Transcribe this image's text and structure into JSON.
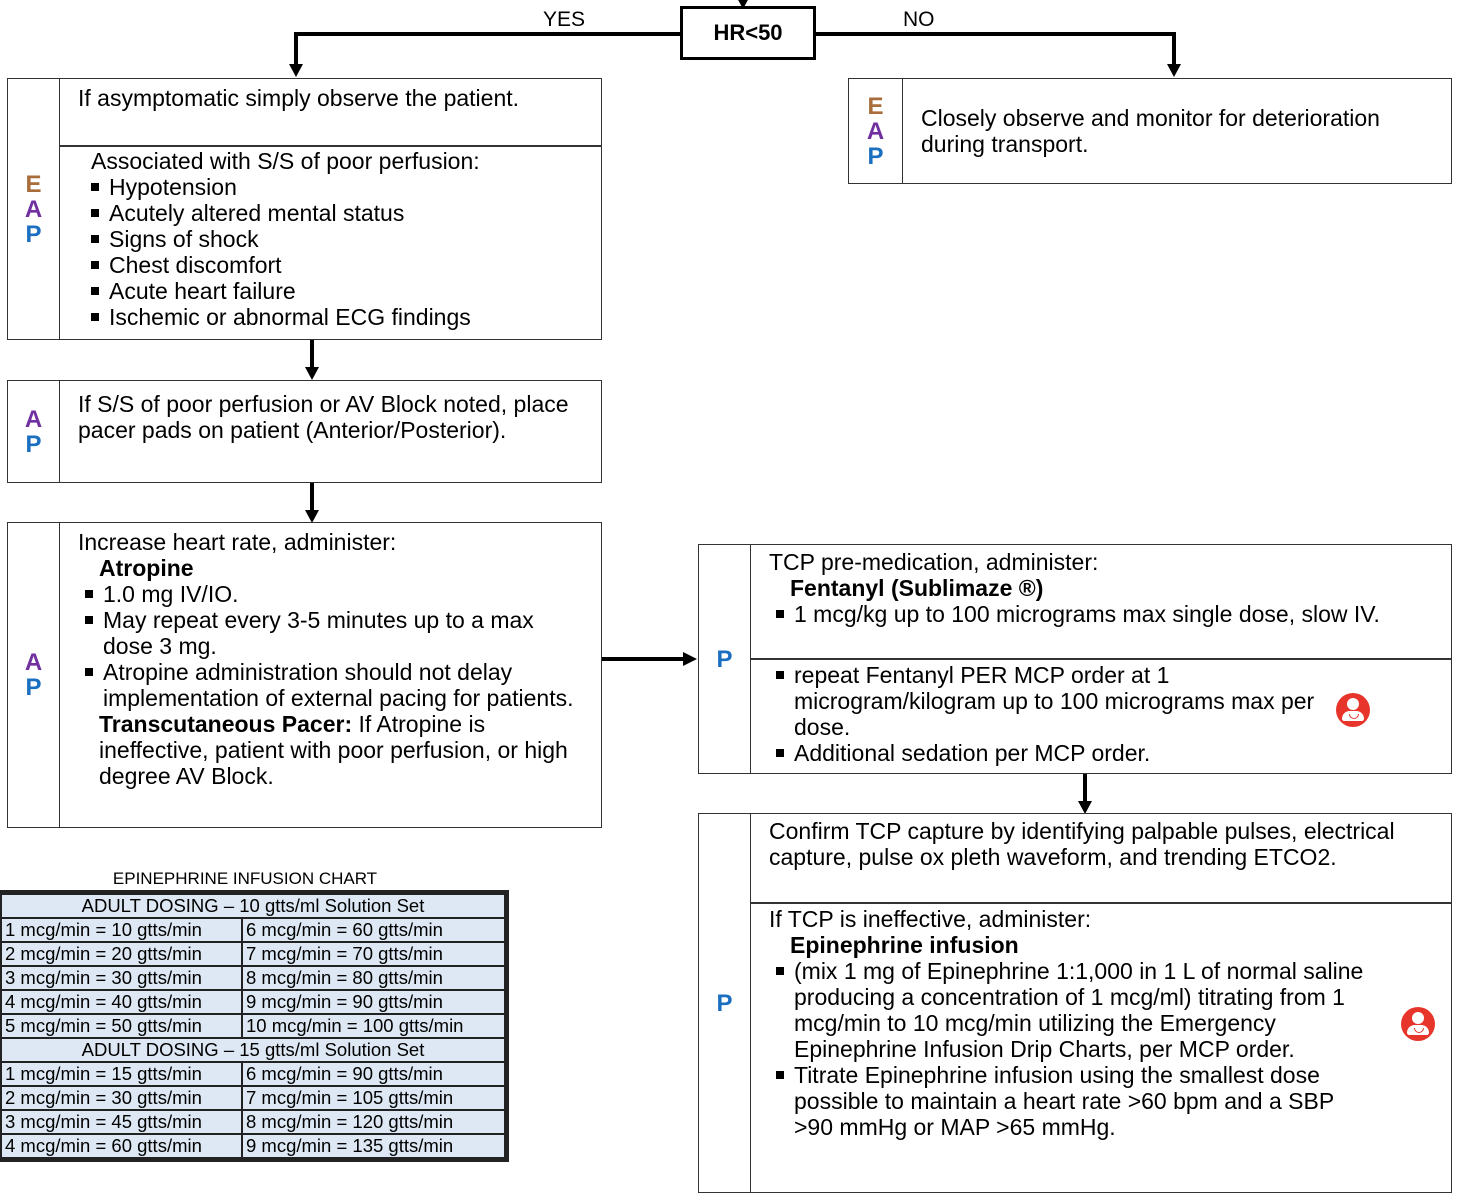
{
  "decision": {
    "label": "HR<50",
    "yes": "YES",
    "no": "NO"
  },
  "level_labels": {
    "E": "E",
    "A": "A",
    "P": "P"
  },
  "box1": {
    "top_text": "If asymptomatic simply observe the patient.",
    "heading": "Associated with S/S of poor perfusion:",
    "items": [
      "Hypotension",
      "Acutely altered mental status",
      "Signs of shock",
      "Chest discomfort",
      "Acute heart failure",
      "Ischemic or abnormal ECG findings"
    ]
  },
  "box_no": {
    "text": "Closely observe and monitor for deterioration during transport."
  },
  "box2": {
    "text": "If S/S of poor perfusion or AV Block noted, place pacer pads on patient (Anterior/Posterior)."
  },
  "box3": {
    "intro": "Increase heart rate, administer:",
    "drug": "Atropine",
    "items": [
      "1.0 mg IV/IO.",
      "May repeat every 3-5 minutes up to a max dose 3 mg.",
      "Atropine administration should not delay implementation of external pacing for patients."
    ],
    "tcp_bold": "Transcutaneous Pacer:",
    "tcp_text": " If Atropine is ineffective, patient with poor perfusion, or high degree AV Block."
  },
  "box_tcp": {
    "intro": "TCP pre-medication, administer:",
    "drug": "Fentanyl (Sublimaze ®)",
    "item1": "1 mcg/kg up to 100 micrograms max single dose, slow IV.",
    "items2": [
      "repeat Fentanyl PER MCP order at 1 microgram/kilogram up to 100 micrograms max per dose.",
      "Additional sedation per MCP order."
    ]
  },
  "box_epi": {
    "confirm": "Confirm TCP capture by identifying palpable pulses, electrical capture, pulse ox pleth waveform, and trending ETCO2.",
    "intro": "If TCP is ineffective, administer:",
    "drug": "Epinephrine infusion",
    "items": [
      "(mix 1 mg of Epinephrine 1:1,000 in 1 L of normal saline producing a concentration of 1 mcg/ml) titrating from 1 mcg/min to 10 mcg/min utilizing the Emergency Epinephrine Infusion Drip Charts, per MCP order.",
      "Titrate Epinephrine infusion using the smallest dose possible to maintain a heart rate >60 bpm and a SBP >90 mmHg or MAP >65 mmHg."
    ]
  },
  "infusion_chart": {
    "title": "EPINEPHRINE INFUSION CHART",
    "section1": "ADULT DOSING – 10 gtts/ml Solution Set",
    "rows1": [
      [
        "1 mcg/min = 10 gtts/min",
        "6 mcg/min = 60 gtts/min"
      ],
      [
        "2 mcg/min = 20 gtts/min",
        "7 mcg/min = 70 gtts/min"
      ],
      [
        "3 mcg/min = 30 gtts/min",
        "8 mcg/min = 80 gtts/min"
      ],
      [
        "4 mcg/min = 40 gtts/min",
        "9 mcg/min = 90 gtts/min"
      ],
      [
        "5 mcg/min = 50 gtts/min",
        "10 mcg/min = 100 gtts/min"
      ]
    ],
    "section2": "ADULT DOSING – 15 gtts/ml Solution Set",
    "rows2": [
      [
        "1 mcg/min = 15 gtts/min",
        "6 mcg/min = 90 gtts/min"
      ],
      [
        "2 mcg/min = 30 gtts/min",
        "7 mcg/min = 105 gtts/min"
      ],
      [
        "3 mcg/min = 45 gtts/min",
        "8 mcg/min = 120 gtts/min"
      ],
      [
        "4 mcg/min = 60 gtts/min",
        "9 mcg/min = 135 gtts/min"
      ]
    ]
  },
  "colors": {
    "E": "#a86d3b",
    "A": "#7030a0",
    "P": "#1b6fc0",
    "mcp_icon": "#e8352b"
  }
}
